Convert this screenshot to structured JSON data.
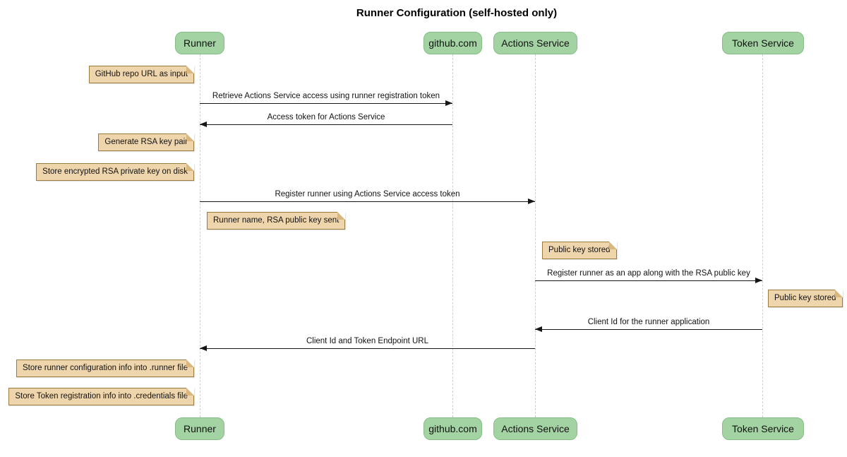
{
  "diagram": {
    "type": "sequence-diagram",
    "title": "Runner Configuration (self-hosted only)"
  },
  "colors": {
    "participant_fill": "#a3d3a3",
    "participant_border": "#84be84",
    "note_fill": "#efd5ac",
    "note_border": "#9c7b3f",
    "lifeline": "#cfcfcf",
    "arrow": "#161616",
    "background": "#ffffff"
  },
  "participants": [
    {
      "name": "Runner"
    },
    {
      "name": "github.com"
    },
    {
      "name": "Actions Service"
    },
    {
      "name": "Token Service"
    }
  ],
  "messages": [
    {
      "from": "Runner",
      "to": "github.com",
      "label": "Retrieve Actions Service access using runner registration token"
    },
    {
      "from": "github.com",
      "to": "Runner",
      "label": "Access token for Actions Service"
    },
    {
      "from": "Runner",
      "to": "Actions Service",
      "label": "Register runner using Actions Service access token"
    },
    {
      "from": "Actions Service",
      "to": "Token Service",
      "label": "Register runner as an app along with the RSA public key"
    },
    {
      "from": "Token Service",
      "to": "Actions Service",
      "label": "Client Id for the runner application"
    },
    {
      "from": "Actions Service",
      "to": "Runner",
      "label": "Client Id and Token Endpoint URL"
    }
  ],
  "notes": [
    {
      "attached_to": "Runner",
      "side": "left",
      "text": "GitHub repo URL as input"
    },
    {
      "attached_to": "Runner",
      "side": "left",
      "text": "Generate RSA key pair"
    },
    {
      "attached_to": "Runner",
      "side": "left",
      "text": "Store encrypted RSA private key on disk"
    },
    {
      "attached_to": "Runner",
      "side": "right",
      "text": "Runner name, RSA public key sent"
    },
    {
      "attached_to": "Actions Service",
      "side": "right",
      "text": "Public key stored"
    },
    {
      "attached_to": "Token Service",
      "side": "right",
      "text": "Public key stored"
    },
    {
      "attached_to": "Runner",
      "side": "left",
      "text": "Store runner configuration info into .runner file"
    },
    {
      "attached_to": "Runner",
      "side": "left",
      "text": "Store Token registration info into .credentials file"
    }
  ]
}
